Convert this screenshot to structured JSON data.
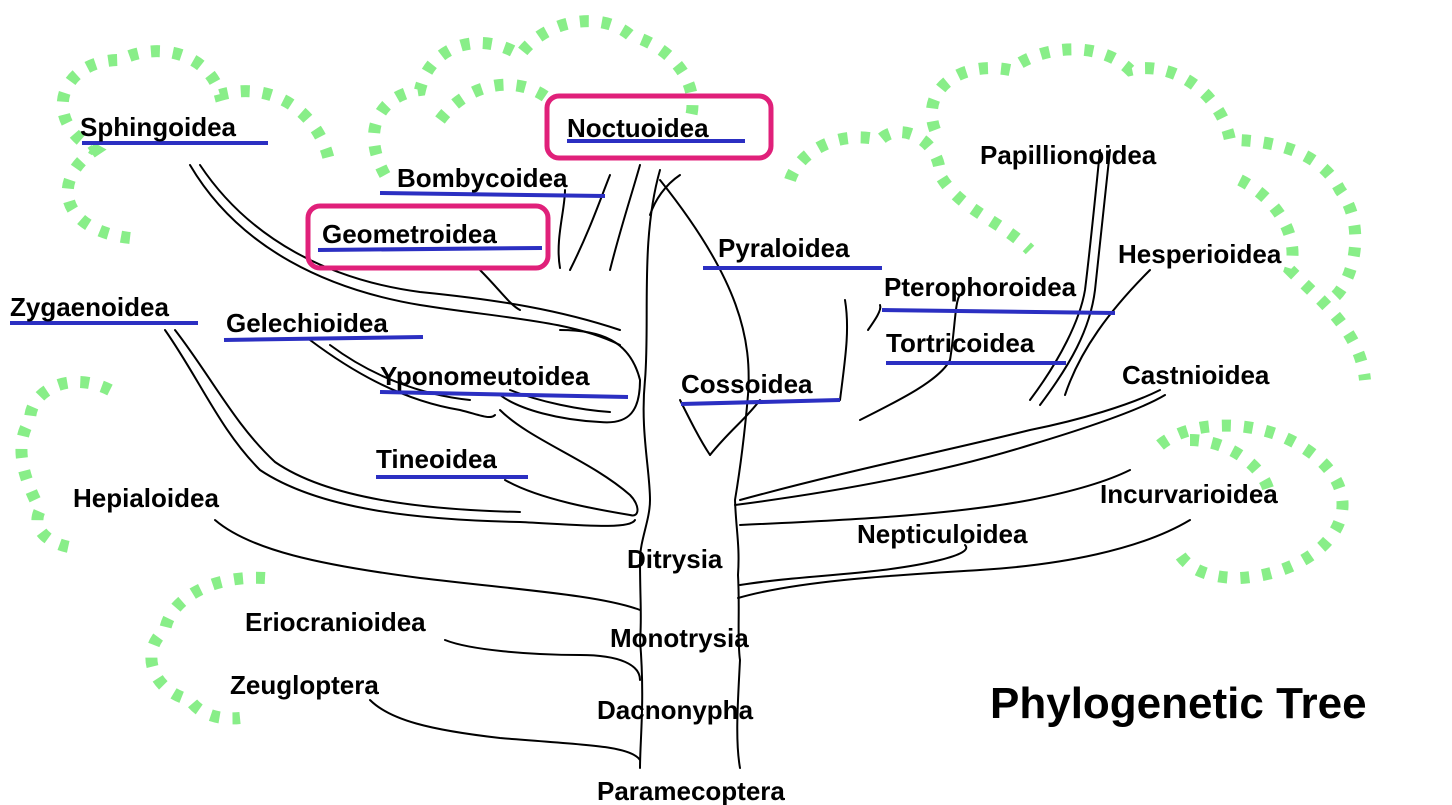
{
  "title": "Phylogenetic Tree",
  "colors": {
    "underline": "#2b2fc2",
    "highlight_box": "#e0207a",
    "foliage_dots": "#88ee88",
    "branches": "#000000"
  },
  "groups": {
    "sphingoidea": "Sphingoidea",
    "noctuoidea": "Noctuoidea",
    "bombycoidea": "Bombycoidea",
    "geometroidea": "Geometroidea",
    "papillionoidea": "Papillionoidea",
    "pyraloidea": "Pyraloidea",
    "hesperioidea": "Hesperioidea",
    "pterophoroidea": "Pterophoroidea",
    "zygaenoidea": "Zygaenoidea",
    "gelechioidea": "Gelechioidea",
    "tortricoidea": "Tortricoidea",
    "castnioidea": "Castnioidea",
    "yponomeutoidea": "Yponomeutoidea",
    "cossoidea": "Cossoidea",
    "tineoidea": "Tineoidea",
    "hepialoidea": "Hepialoidea",
    "incurvarioidea": "Incurvarioidea",
    "nepticuloidea": "Nepticuloidea",
    "eriocranioidea": "Eriocranioidea",
    "zeugloptera": "Zeugloptera"
  },
  "trunk_levels": {
    "ditrysia": "Ditrysia",
    "monotrysia": "Monotrysia",
    "dacnonypha": "Dacnonypha",
    "paramecoptera": "Paramecoptera"
  }
}
